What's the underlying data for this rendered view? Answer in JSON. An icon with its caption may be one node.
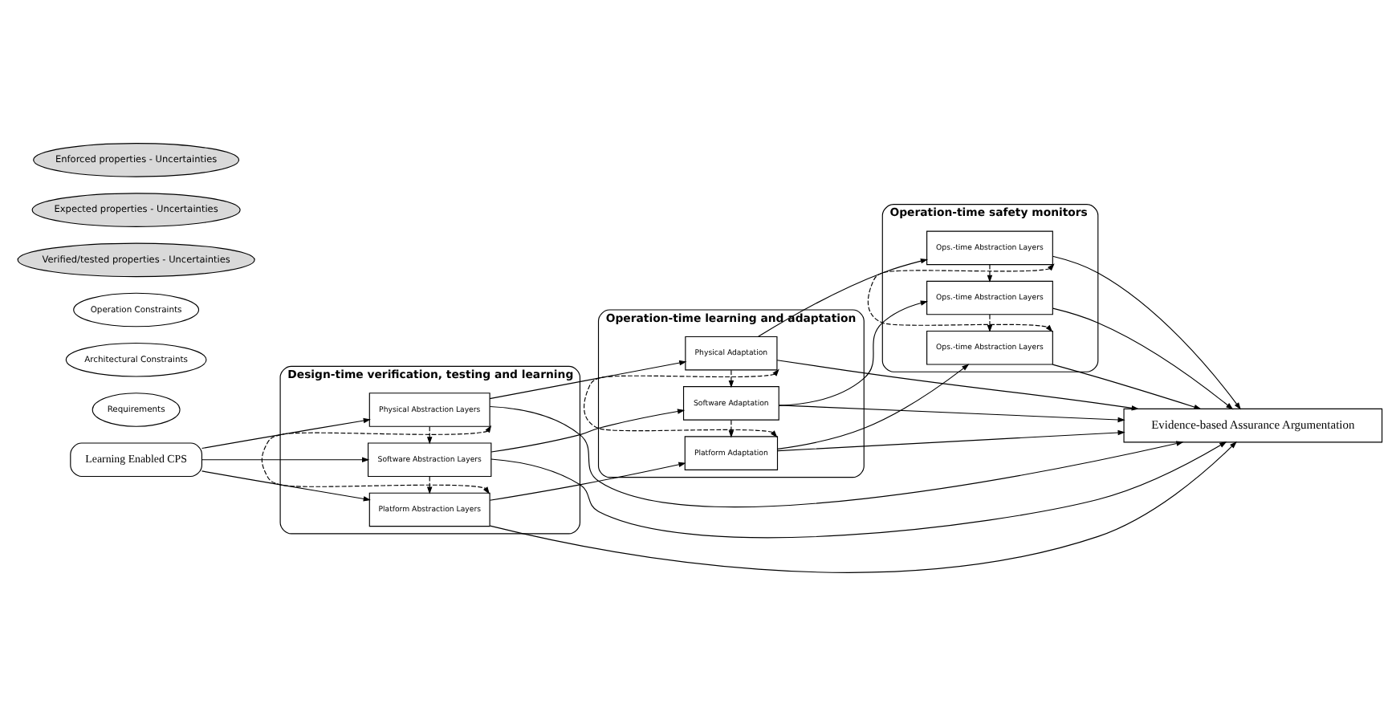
{
  "diagram": {
    "nodes": [
      {
        "text": [
          "Learning Enabled CPS"
        ]
      },
      {
        "text": [
          "Requirements"
        ]
      },
      {
        "text": [
          "Design-time verification, testing and learning"
        ]
      },
      {
        "text": [
          "Physical Abstraction Layers"
        ],
        "in": 2
      },
      {
        "text": [
          "Software Abstraction Layers"
        ],
        "in": 2
      },
      {
        "text": [
          "Platform Abstraction Layers"
        ],
        "in": 2
      },
      {
        "text": [
          "Architectural Constraints"
        ]
      },
      {
        "text": [
          "Operation-time learning and adaptation"
        ]
      },
      {
        "text": [
          "Physical Adaptation"
        ],
        "in": 7
      },
      {
        "text": [
          "Software Adaptation"
        ],
        "in": 7
      },
      {
        "text": [
          "Platform Adaptation"
        ],
        "in": 7
      },
      {
        "text": [
          "Operation Constraints"
        ]
      },
      {
        "text": [
          "Operation-time safety monitors"
        ]
      },
      {
        "text": [
          "Ops.-time Abstraction Layers"
        ],
        "in": 12
      },
      {
        "text": [
          "Ops.-time Abstraction Layers"
        ],
        "in": 12
      },
      {
        "text": [
          "Ops.-time Abstraction Layers"
        ],
        "in": 12
      },
      {
        "text": [
          "Verified/tested properties - Uncertainties"
        ]
      },
      {
        "text": [
          "Expected properties - Uncertainties"
        ]
      },
      {
        "text": [
          "Enforced properties - Uncertainties"
        ]
      },
      {
        "text": [
          "Evidence-based Assurance Argumentation"
        ]
      }
    ],
    "edges": [
      {
        "from": 0,
        "to": 3,
        "arrow": "to"
      },
      {
        "from": 0,
        "to": 4,
        "arrow": "to"
      },
      {
        "from": 0,
        "to": 5,
        "arrow": "to"
      },
      {
        "from": 3,
        "to": 8,
        "arrow": "to"
      },
      {
        "from": 4,
        "to": 9,
        "arrow": "to"
      },
      {
        "from": 5,
        "to": 10,
        "arrow": "to"
      },
      {
        "from": 8,
        "to": 13,
        "arrow": "to"
      },
      {
        "from": 9,
        "to": 14,
        "arrow": "to"
      },
      {
        "from": 10,
        "to": 15,
        "arrow": "to"
      },
      {
        "from": 3,
        "to": 4,
        "arrow": "to",
        "style": "dashed"
      },
      {
        "from": 4,
        "to": 5,
        "arrow": "to",
        "style": "dashed"
      },
      {
        "from": 3,
        "to": 5,
        "arrow": "both",
        "style": "dashed"
      },
      {
        "from": 8,
        "to": 9,
        "arrow": "to",
        "style": "dashed"
      },
      {
        "from": 9,
        "to": 10,
        "arrow": "to",
        "style": "dashed"
      },
      {
        "from": 8,
        "to": 10,
        "arrow": "both",
        "style": "dashed"
      },
      {
        "from": 13,
        "to": 14,
        "arrow": "to",
        "style": "dashed"
      },
      {
        "from": 14,
        "to": 15,
        "arrow": "to",
        "style": "dashed"
      },
      {
        "from": 13,
        "to": 15,
        "arrow": "both",
        "style": "dashed"
      },
      {
        "from": 3,
        "to": 19,
        "arrow": "to"
      },
      {
        "from": 4,
        "to": 19,
        "arrow": "to"
      },
      {
        "from": 5,
        "to": 19,
        "arrow": "to"
      },
      {
        "from": 8,
        "to": 19,
        "arrow": "to"
      },
      {
        "from": 9,
        "to": 19,
        "arrow": "to"
      },
      {
        "from": 10,
        "to": 19,
        "arrow": "to"
      },
      {
        "from": 13,
        "to": 19,
        "arrow": "to"
      },
      {
        "from": 14,
        "to": 19,
        "arrow": "to"
      },
      {
        "from": 15,
        "to": 19,
        "arrow": "to"
      }
    ]
  }
}
